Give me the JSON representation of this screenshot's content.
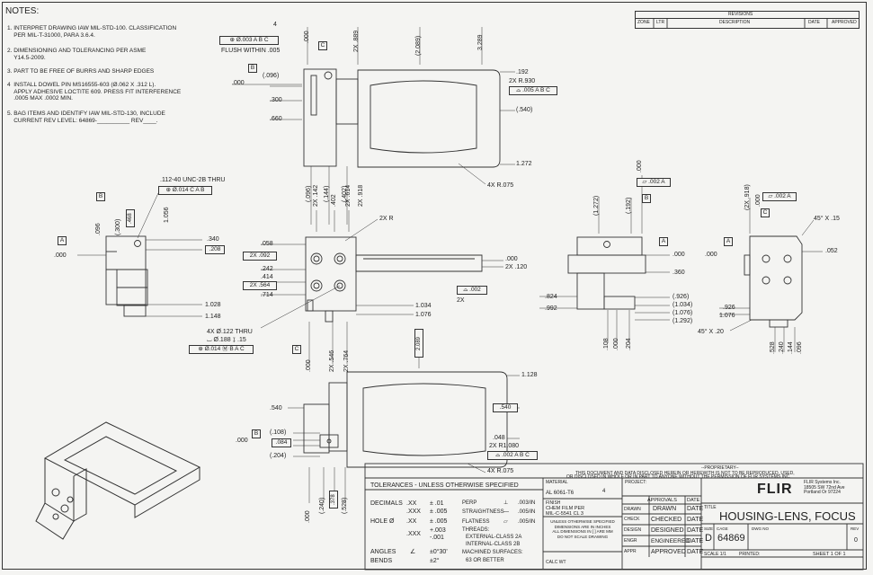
{
  "notes": {
    "title": "NOTES:",
    "items": [
      "1. INTERPRET DRAWING IAW MIL-STD-100. CLASSIFICATION\n    PER MIL-T-31000, PARA 3.6.4.",
      "2. DIMENSIONING AND TOLERANCING PER ASME\n    Y14.5-2009.",
      "3. PART TO BE FREE OF BURRS AND SHARP EDGES",
      "4  INSTALL DOWEL PIN MS16555-603 (Ø.062 X .312 L).\n    APPLY ADHESIVE LOCTITE 609. PRESS FIT INTERFERENCE\n    .0005 MAX .0002 MIN.",
      "5. BAG ITEMS AND IDENTIFY IAW MIL-STD-130, INCLUDE\n    CURRENT REV LEVEL: 64869-__________ REV____."
    ]
  },
  "revisions": {
    "title": "REVISIONS",
    "columns": [
      "ZONE",
      "LTR",
      "DESCRIPTION",
      "DATE",
      "APPROVED"
    ]
  },
  "top_view": {
    "callout_flag": "4",
    "position_frame": "⊕ Ø.003 A B C",
    "flush_note": "FLUSH WITHIN .005",
    "datum_c": "C",
    "datum_b": "B",
    "dims_left": [
      ".000",
      "(.096)",
      ".300",
      ".660"
    ],
    "dims_vertical_bottom": [
      "(.096)",
      "(.144)",
      "(.402)"
    ],
    "dims_top": [
      ".000",
      "2X .889",
      "(2.089)",
      "3.289"
    ],
    "dims_right": [
      ".192",
      "2X R.930",
      "⌓ .005 A B C",
      "(.540)",
      "1.272"
    ],
    "radius_note": "4X R.075"
  },
  "left_view": {
    "thread_note": ".112-40 UNC-2B THRU",
    "thread_frame": "⊕ Ø.014 C A B",
    "datum_b": "B",
    "datum_a": "A",
    "dims": [
      "(.300)",
      ".468",
      "1.056",
      ".096",
      ".340",
      ".208",
      ".000",
      "1.028",
      "1.148"
    ]
  },
  "front_view": {
    "dims_top": [
      "2X .142",
      ".402",
      "2X .614",
      "2X .918"
    ],
    "radius_note": "2X R",
    "dims_left": [
      ".058",
      "2X .092",
      ".242",
      ".414",
      "2X .564",
      ".714"
    ],
    "dims_right": [
      ".000",
      "2X .120",
      "1.034",
      "1.076"
    ],
    "profile_frame": "⌓ .002",
    "profile_count": "2X",
    "hole_note_1": "4X Ø.122 THRU",
    "hole_note_2": "⌴ Ø.188 ↧ .15",
    "hole_frame": "⊕ Ø.014 Ⓜ B A C",
    "datum_c": "C",
    "dims_bottom": [
      ".000",
      "2X .546",
      "2X .764"
    ]
  },
  "side_view": {
    "dims_top": [
      "(1.272)",
      "(.192)",
      ".000"
    ],
    "flat_frame": "⏥ .002 A",
    "datum_b": "B",
    "datum_a": "A",
    "dims": [
      ".000",
      ".360",
      ".824",
      ".992",
      "(.926)",
      "(1.034)",
      "(1.076)",
      "(1.292)",
      ".108",
      ".000",
      ".204"
    ]
  },
  "right_view": {
    "dims_top": [
      "(2X .918)",
      ".000"
    ],
    "flat_frame": "⏥ .002 A",
    "datum_c": "C",
    "datum_a": "A",
    "chamfer_top": "45° X .15",
    "chamfer_bottom": "45° X .20",
    "dims": [
      ".000",
      ".052",
      ".926",
      "1.076",
      ".528",
      ".240",
      ".144",
      ".096"
    ]
  },
  "bottom_view": {
    "dim_top": "2.089",
    "dims_right": [
      "1.128",
      ".540",
      ".048"
    ],
    "radius_note": "2X R1.080",
    "profile_frame": "⌓ .002 A B C",
    "radius_note_2": "4X R.075",
    "dims_left": [
      ".540",
      ".000",
      "(.108)",
      ".084",
      "(.204)"
    ],
    "datum_b": "B",
    "dims_bottom": [
      ".000",
      "(.240)",
      ".378",
      "(.528)"
    ]
  },
  "proprietary": {
    "heading": "--PROPRIETARY--",
    "line1": "THIS DOCUMENT AND DATA DISCLOSED HEREIN OR HEREWITH IS NOT TO BE REPRODUCED, USED,",
    "line2": "OR DISCLOSED IN WHOLE OR IN PART TO ANYONE WITHOUT THE PERMISSION OF FLIR SYSTEMS INC."
  },
  "tolerances": {
    "heading": "TOLERANCES - UNLESS OTHERWISE SPECIFIED",
    "rows": [
      {
        "label": "DECIMALS",
        "fmt": ".XX",
        "val": "± .01"
      },
      {
        "label": "",
        "fmt": ".XXX",
        "val": "± .005"
      },
      {
        "label": "HOLE Ø",
        "fmt": ".XX",
        "val": "± .005"
      },
      {
        "label": "",
        "fmt": ".XXX",
        "val": "+.003 -.001"
      },
      {
        "label": "ANGLES",
        "fmt": "∠",
        "val": "±0°30'"
      },
      {
        "label": "BENDS",
        "fmt": "",
        "val": "±2°"
      }
    ],
    "geo": [
      {
        "label": "PERP",
        "sym": "⊥",
        "val": ".003/IN"
      },
      {
        "label": "STRAIGHTNESS",
        "sym": "—",
        "val": ".005/IN"
      },
      {
        "label": "FLATNESS",
        "sym": "⏥",
        "val": ".005/IN"
      },
      {
        "label": "THREADS:",
        "sym": "",
        "val": ""
      },
      {
        "label": "EXTERNAL-CLASS 2A",
        "sym": "",
        "val": ""
      },
      {
        "label": "INTERNAL-CLASS 2B",
        "sym": "",
        "val": ""
      },
      {
        "label": "MACHINED SURFACES:",
        "sym": "",
        "val": ""
      },
      {
        "label": "63 OR BETTER",
        "sym": "",
        "val": ""
      }
    ]
  },
  "title_block": {
    "material_label": "MATERIAL",
    "material": "AL 6061-T6",
    "material_flag": "4",
    "finish_label": "FINISH",
    "finish": "CHEM FILM PER\nMIL-C-5541 CL 3",
    "units_note": "UNLESS OTHERWISE SPECIFIED\nDIMENSIONS ARE IN INCHES\nALL DIMENSIONS IN [ ] ARE MM\nDO NOT SCALE DRAWING",
    "calc_wt": "CALC WT",
    "project_label": "PROJECT:",
    "approvals_header": "APPROVALS",
    "date_header": "DATE",
    "approvals": [
      {
        "role": "DRAWN",
        "name": "DRAWN",
        "date": "DATE"
      },
      {
        "role": "CHECK",
        "name": "CHECKED",
        "date": "DATE"
      },
      {
        "role": "DESIGN",
        "name": "DESIGNED",
        "date": "DATE"
      },
      {
        "role": "ENGR",
        "name": "ENGINEERED",
        "date": "DATE"
      },
      {
        "role": "APPR",
        "name": "APPROVED",
        "date": "DATE"
      }
    ],
    "company_logo": "FLIR",
    "company_address": "FLIR Systems Inc.\n18505 SW 72nd Ave\nPortland Or 97224",
    "title_label": "TITLE",
    "title": "HOUSING-LENS, FOCUS",
    "size_label": "SIZE",
    "size": "D",
    "cage_label": "CAGE",
    "cage": "64869",
    "dwg_no_label": "DWG NO",
    "rev_label": "REV",
    "rev": "0",
    "scale": "SCALE 1/1",
    "printed": "PRINTED:",
    "sheet": "SHEET 1 OF 1"
  },
  "colors": {
    "ink": "#222222",
    "paper": "#f4f4f2"
  }
}
